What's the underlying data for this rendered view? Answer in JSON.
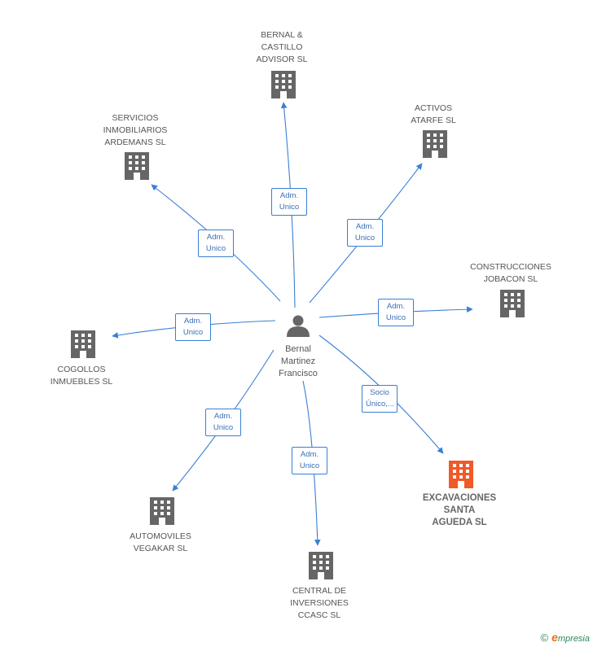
{
  "center": {
    "name_lines": [
      "Bernal",
      "Martinez",
      "Francisco"
    ],
    "icon": "person-icon"
  },
  "nodes": [
    {
      "id": "bernal-castillo",
      "lines": [
        "BERNAL &",
        "CASTILLO",
        "ADVISOR SL"
      ],
      "icon": "building-icon",
      "color": "#666666"
    },
    {
      "id": "activos-atarfe",
      "lines": [
        "ACTIVOS",
        "ATARFE SL"
      ],
      "icon": "building-icon",
      "color": "#666666"
    },
    {
      "id": "servicios-inmobiliarios",
      "lines": [
        "SERVICIOS",
        "INMOBILIARIOS",
        "ARDEMANS  SL"
      ],
      "icon": "building-icon",
      "color": "#666666"
    },
    {
      "id": "construcciones-jobacon",
      "lines": [
        "CONSTRUCCIONES",
        "JOBACON SL"
      ],
      "icon": "building-icon",
      "color": "#666666"
    },
    {
      "id": "cogollos-inmuebles",
      "lines": [
        "COGOLLOS",
        "INMUEBLES SL"
      ],
      "icon": "building-icon",
      "color": "#666666"
    },
    {
      "id": "excavaciones-santa-agueda",
      "lines": [
        "EXCAVACIONES",
        "SANTA",
        "AGUEDA SL"
      ],
      "icon": "building-icon",
      "color": "#f05a28",
      "highlight": true
    },
    {
      "id": "automoviles-vegakar",
      "lines": [
        "AUTOMOVILES",
        "VEGAKAR SL"
      ],
      "icon": "building-icon",
      "color": "#666666"
    },
    {
      "id": "central-inversiones",
      "lines": [
        "CENTRAL DE",
        "INVERSIONES",
        "CCASC SL"
      ],
      "icon": "building-icon",
      "color": "#666666"
    }
  ],
  "relations": [
    {
      "to": "bernal-castillo",
      "lines": [
        "Adm.",
        "Unico"
      ]
    },
    {
      "to": "activos-atarfe",
      "lines": [
        "Adm.",
        "Unico"
      ]
    },
    {
      "to": "servicios-inmobiliarios",
      "lines": [
        "Adm.",
        "Unico"
      ]
    },
    {
      "to": "construcciones-jobacon",
      "lines": [
        "Adm.",
        "Unico"
      ]
    },
    {
      "to": "cogollos-inmuebles",
      "lines": [
        "Adm.",
        "Unico"
      ]
    },
    {
      "to": "excavaciones-santa-agueda",
      "lines": [
        "Socio",
        "Único,..."
      ]
    },
    {
      "to": "automoviles-vegakar",
      "lines": [
        "Adm.",
        "Unico"
      ]
    },
    {
      "to": "central-inversiones",
      "lines": [
        "Adm.",
        "Unico"
      ]
    }
  ],
  "colors": {
    "edge": "#3a7fd5",
    "building": "#666666",
    "highlight": "#f05a28",
    "person": "#666666"
  },
  "footer": {
    "copyright": "©",
    "brand_initial": "e",
    "brand_rest": "mpresia"
  }
}
